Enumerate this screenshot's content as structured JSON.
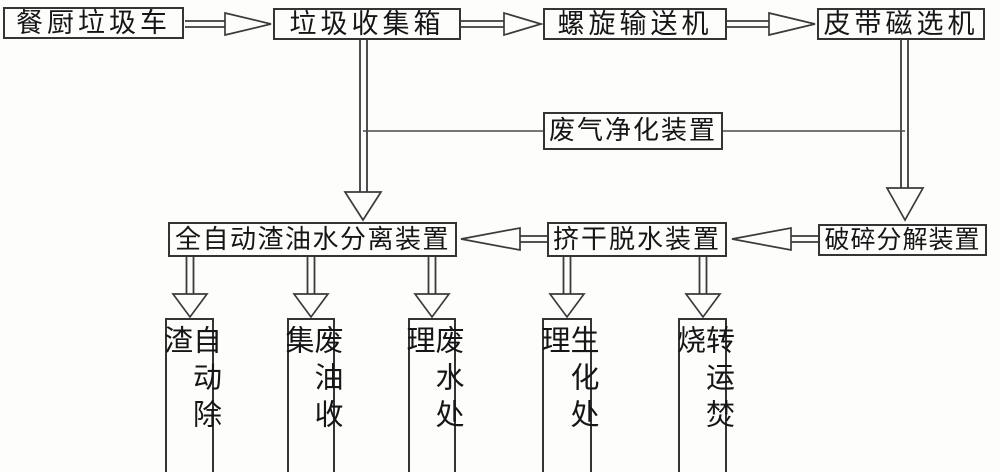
{
  "flowchart": {
    "top_row": [
      {
        "label": "餐厨垃圾车"
      },
      {
        "label": "垃圾收集箱"
      },
      {
        "label": "螺旋输送机"
      },
      {
        "label": "皮带磁选机"
      }
    ],
    "gas_box": {
      "label": "废气净化装置"
    },
    "mid_row": [
      {
        "label": "全自动渣油水分离装置"
      },
      {
        "label": "挤干脱水装置"
      },
      {
        "label": "破碎分解装置"
      }
    ],
    "bottom_row": [
      {
        "label": "自动除渣"
      },
      {
        "label": "废油收集"
      },
      {
        "label": "废水处理"
      },
      {
        "label": "生化处理"
      },
      {
        "label": "转运焚烧"
      }
    ],
    "edges": [
      {
        "from": "餐厨垃圾车",
        "to": "垃圾收集箱"
      },
      {
        "from": "垃圾收集箱",
        "to": "螺旋输送机"
      },
      {
        "from": "螺旋输送机",
        "to": "皮带磁选机"
      },
      {
        "from": "垃圾收集箱",
        "to": "全自动渣油水分离装置"
      },
      {
        "from": "皮带磁选机",
        "to": "破碎分解装置"
      },
      {
        "from": "破碎分解装置",
        "to": "挤干脱水装置"
      },
      {
        "from": "挤干脱水装置",
        "to": "全自动渣油水分离装置"
      },
      {
        "from": "全自动渣油水分离装置",
        "to": "自动除渣"
      },
      {
        "from": "全自动渣油水分离装置",
        "to": "废油收集"
      },
      {
        "from": "全自动渣油水分离装置",
        "to": "废水处理"
      },
      {
        "from": "挤干脱水装置",
        "to": "生化处理"
      },
      {
        "from": "挤干脱水装置",
        "to": "转运焚烧"
      },
      {
        "from": "垃圾收集箱",
        "to": "废气净化装置"
      },
      {
        "from": "皮带磁选机",
        "to": "废气净化装置"
      }
    ],
    "colors": {
      "line": "#3b3b3b",
      "border": "#343434",
      "text": "#161616",
      "background": "#fdfdfc"
    }
  }
}
